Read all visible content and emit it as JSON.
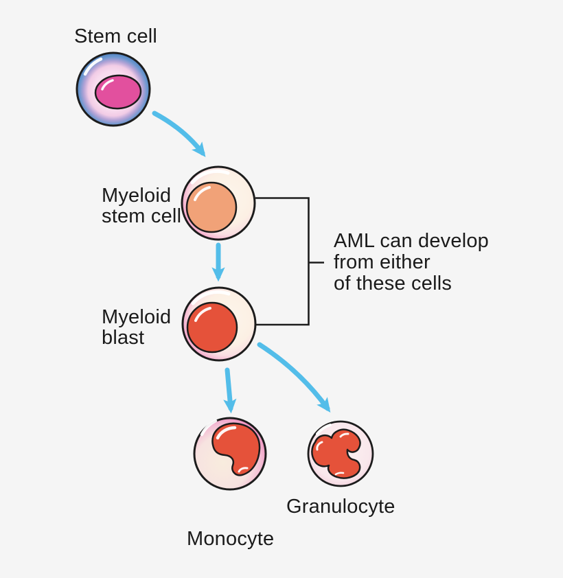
{
  "labels": {
    "stem_cell": "Stem cell",
    "myeloid_stem_cell": [
      "Myeloid",
      "stem cell"
    ],
    "myeloid_blast": [
      "Myeloid",
      "blast"
    ],
    "monocyte": "Monocyte",
    "granulocyte": "Granulocyte"
  },
  "annotation": {
    "lines": [
      "AML can develop",
      "from either",
      "of these cells"
    ]
  },
  "colors": {
    "background": "#f5f5f5",
    "text": "#1a1a1a",
    "outline": "#1c1c1c",
    "arrow": "#53bde9",
    "stem_cell_rim": "#3e74b5",
    "stem_cell_cytoplasm": "#f8dcee",
    "stem_cell_nucleus": "#e2509e",
    "myeloid_rim": "#e5559d",
    "myeloid_cytoplasm": "#fdf6ec",
    "myeloid_stem_nucleus": "#f1a278",
    "myeloid_blast_nucleus": "#e5523a",
    "monocyte_nucleus": "#e5523a",
    "granulocyte_cytoplasm": "#f9e7ec",
    "granulocyte_nucleus": "#e5523a"
  },
  "flow": {
    "nodes": [
      "Stem cell",
      "Myeloid stem cell",
      "Myeloid blast",
      "Monocyte",
      "Granulocyte"
    ],
    "edges": [
      {
        "from": "Stem cell",
        "to": "Myeloid stem cell"
      },
      {
        "from": "Myeloid stem cell",
        "to": "Myeloid blast"
      },
      {
        "from": "Myeloid blast",
        "to": "Monocyte"
      },
      {
        "from": "Myeloid blast",
        "to": "Granulocyte"
      }
    ],
    "annotation_applies_to": [
      "Myeloid stem cell",
      "Myeloid blast"
    ]
  }
}
